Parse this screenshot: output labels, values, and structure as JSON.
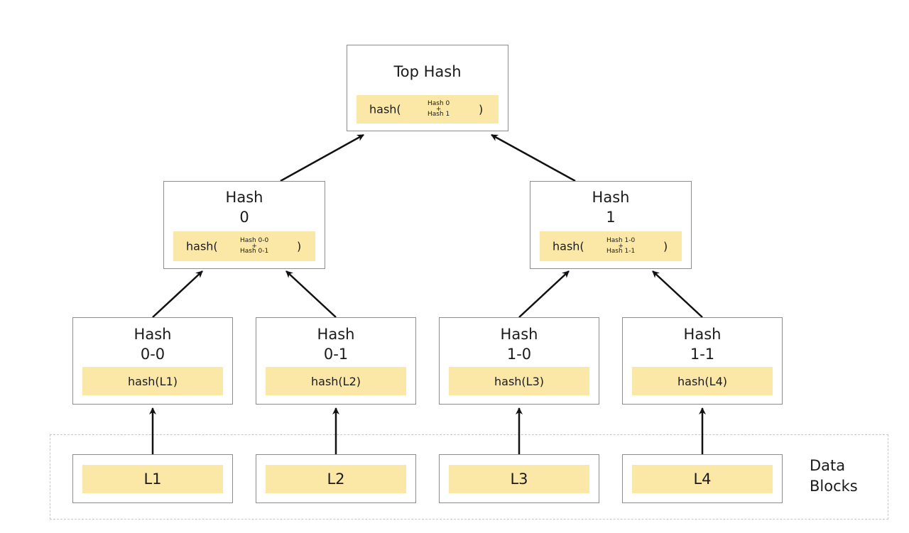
{
  "top": {
    "title": "Top Hash",
    "fn": "hash(",
    "arg_a": "Hash 0",
    "plus": "+",
    "arg_b": "Hash 1",
    "close": ")"
  },
  "level1": [
    {
      "title_line1": "Hash",
      "title_line2": "0",
      "fn": "hash(",
      "arg_a": "Hash 0-0",
      "plus": "+",
      "arg_b": "Hash 0-1",
      "close": ")"
    },
    {
      "title_line1": "Hash",
      "title_line2": "1",
      "fn": "hash(",
      "arg_a": "Hash 1-0",
      "plus": "+",
      "arg_b": "Hash 1-1",
      "close": ")"
    }
  ],
  "level2": [
    {
      "title_line1": "Hash",
      "title_line2": "0-0",
      "value": "hash(L1)"
    },
    {
      "title_line1": "Hash",
      "title_line2": "0-1",
      "value": "hash(L2)"
    },
    {
      "title_line1": "Hash",
      "title_line2": "1-0",
      "value": "hash(L3)"
    },
    {
      "title_line1": "Hash",
      "title_line2": "1-1",
      "value": "hash(L4)"
    }
  ],
  "leaves": [
    "L1",
    "L2",
    "L3",
    "L4"
  ],
  "data_blocks_label": {
    "line1": "Data",
    "line2": "Blocks"
  },
  "colors": {
    "hash_fill": "#fbe8a6",
    "node_border": "#8c8c8c",
    "arrow": "#111111",
    "frame": "#c8c8c8"
  }
}
